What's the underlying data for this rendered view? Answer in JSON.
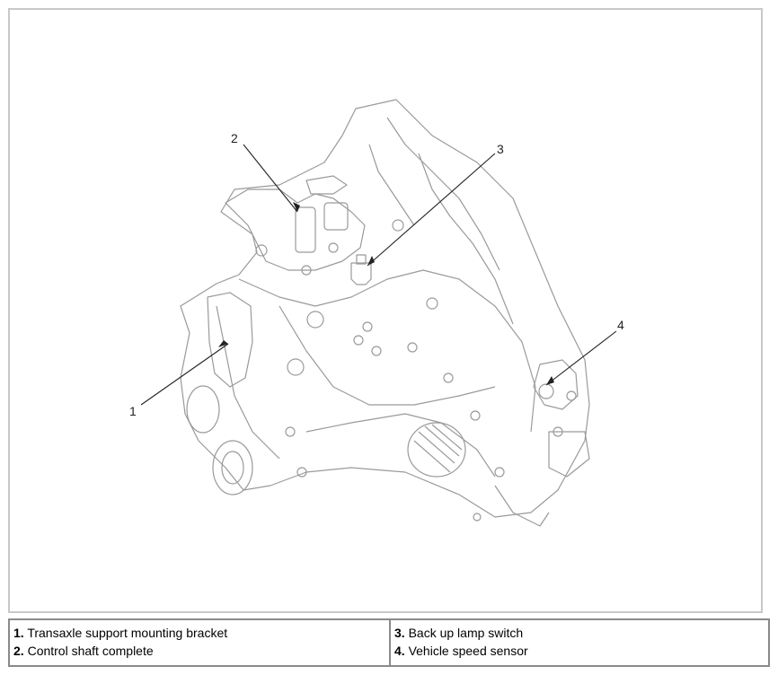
{
  "callouts": [
    "1",
    "2",
    "3",
    "4"
  ],
  "legend": {
    "left": [
      {
        "num": "1",
        "sep": ".",
        "text": " Transaxle support mounting bracket"
      },
      {
        "num": "2",
        "sep": ".",
        "text": " Control shaft complete"
      }
    ],
    "right": [
      {
        "num": "3",
        "sep": ".",
        "text": " Back up lamp switch"
      },
      {
        "num": "4",
        "sep": ".",
        "text": " Vehicle speed sensor"
      }
    ]
  },
  "colors": {
    "line_art": "#9a9a9a",
    "leader": "#222222",
    "frame": "#c8c8c8",
    "legend_border": "#8a8a8a"
  }
}
